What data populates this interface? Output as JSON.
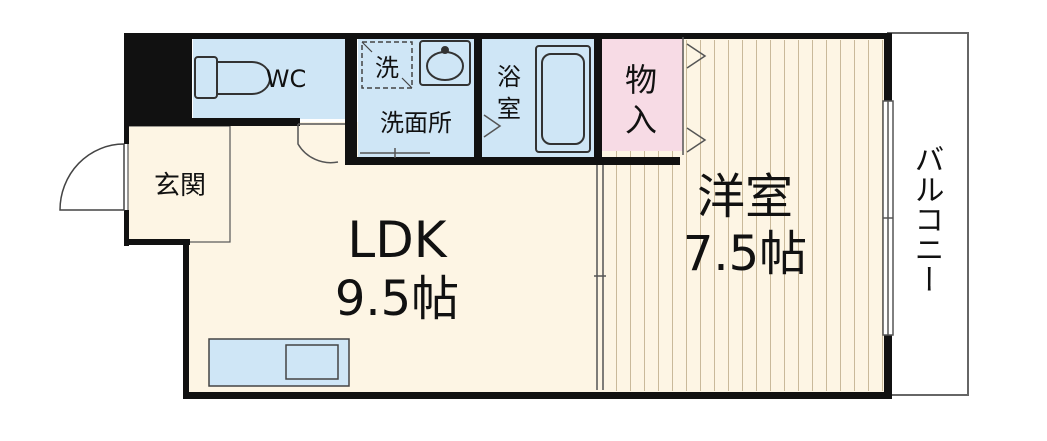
{
  "colors": {
    "ldk_floor": "#fdf5e4",
    "western_floor": "#fdf5e4",
    "water_rooms": "#cfe6f6",
    "storage": "#f7dbe5",
    "wall": "#111111",
    "floor_line": "#c9b99a"
  },
  "rooms": {
    "wc": {
      "label": "WC"
    },
    "washroom": {
      "label": "洗面所",
      "machine_label": "洗"
    },
    "bath": {
      "label_line1": "浴",
      "label_line2": "室"
    },
    "storage": {
      "label_line1": "物",
      "label_line2": "入"
    },
    "genkan": {
      "label": "玄関"
    },
    "ldk": {
      "name": "LDK",
      "size": "9.5帖"
    },
    "western": {
      "name": "洋室",
      "size": "7.5帖"
    },
    "balcony": {
      "label": "バルコニー"
    }
  },
  "icons": {
    "toilet": "toilet-icon",
    "basin": "washbasin-icon",
    "washing_machine": "washing-machine-space-icon",
    "bathtub": "bathtub-icon",
    "kitchen": "kitchen-counter-icon",
    "entry_door": "door-swing-icon"
  }
}
